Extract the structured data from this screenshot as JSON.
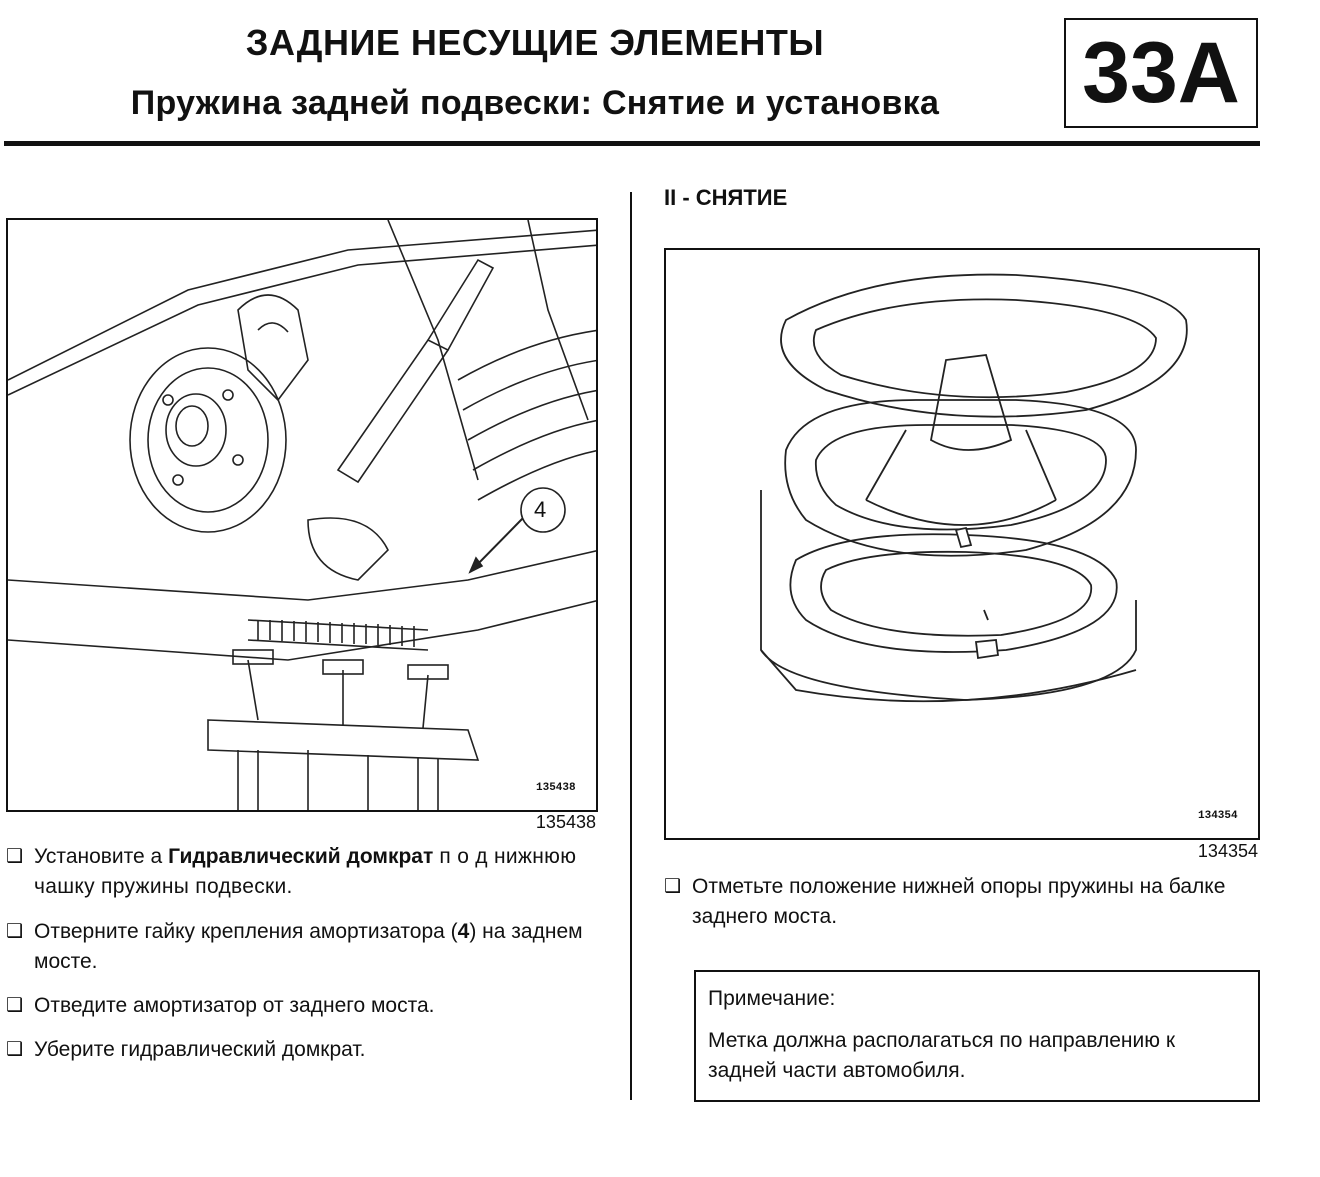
{
  "header": {
    "title": "ЗАДНИЕ НЕСУЩИЕ ЭЛЕМЕНТЫ",
    "subtitle": "Пружина задней подвески: Снятие и установка",
    "section_code": "33A"
  },
  "left_figure": {
    "callout": "4",
    "id_inner": "135438",
    "id_caption": "135438"
  },
  "left_steps": [
    {
      "parts": [
        "Установите а ",
        "Гидравлический домкрат",
        " п о д нижнюю чашку пружины подвески."
      ]
    },
    {
      "parts": [
        "Отверните гайку крепления амортизатора (",
        "4",
        ") на заднем мосте."
      ]
    },
    {
      "text": "Отведите амортизатор от заднего моста."
    },
    {
      "text": "Уберите гидравлический домкрат."
    }
  ],
  "right_section": {
    "heading": "II - СНЯТИЕ"
  },
  "right_figure": {
    "id_inner": "134354",
    "id_caption": "134354"
  },
  "right_steps": [
    {
      "text": "Отметьте положение нижней опоры пружины на балке заднего моста."
    }
  ],
  "note": {
    "label": "Примечание:",
    "body": "Метка должна располагаться по направлению к задней части автомобиля."
  },
  "checkbox_glyph": "❑"
}
